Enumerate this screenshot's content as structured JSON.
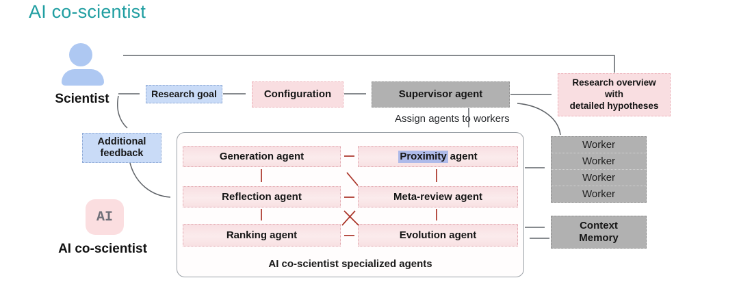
{
  "title": "AI co-scientist",
  "scientist": {
    "label": "Scientist"
  },
  "ai_cos": {
    "icon_text": "AI",
    "label": "AI co-scientist"
  },
  "flow_boxes": {
    "research_goal": "Research goal",
    "configuration": "Configuration",
    "supervisor": "Supervisor agent",
    "research_overview": "Research overview\nwith\ndetailed hypotheses",
    "additional_feedback": "Additional\nfeedback"
  },
  "labels": {
    "assign": "Assign agents to workers",
    "container_caption": "AI co-scientist specialized agents"
  },
  "agents": [
    {
      "label": "Generation agent"
    },
    {
      "highlight": "Proximity",
      "rest": "agent"
    },
    {
      "label": "Reflection agent"
    },
    {
      "label": "Meta-review agent"
    },
    {
      "label": "Ranking agent"
    },
    {
      "label": "Evolution agent"
    }
  ],
  "workers": [
    "Worker",
    "Worker",
    "Worker",
    "Worker"
  ],
  "context_memory": "Context\nMemory",
  "colors": {
    "title_teal": "#1f9ea1",
    "blue_box": "#c9dbf7",
    "pink_box": "#f9dee1",
    "gray_box": "#b1b1b1",
    "agent_pink": "#f8e1e3",
    "arrow_gray": "#5f6368",
    "arrow_red": "#a93226",
    "proximity_highlight": "#aebae9",
    "person_icon": "#aec8f2",
    "ai_chip": "#fbdee0"
  }
}
